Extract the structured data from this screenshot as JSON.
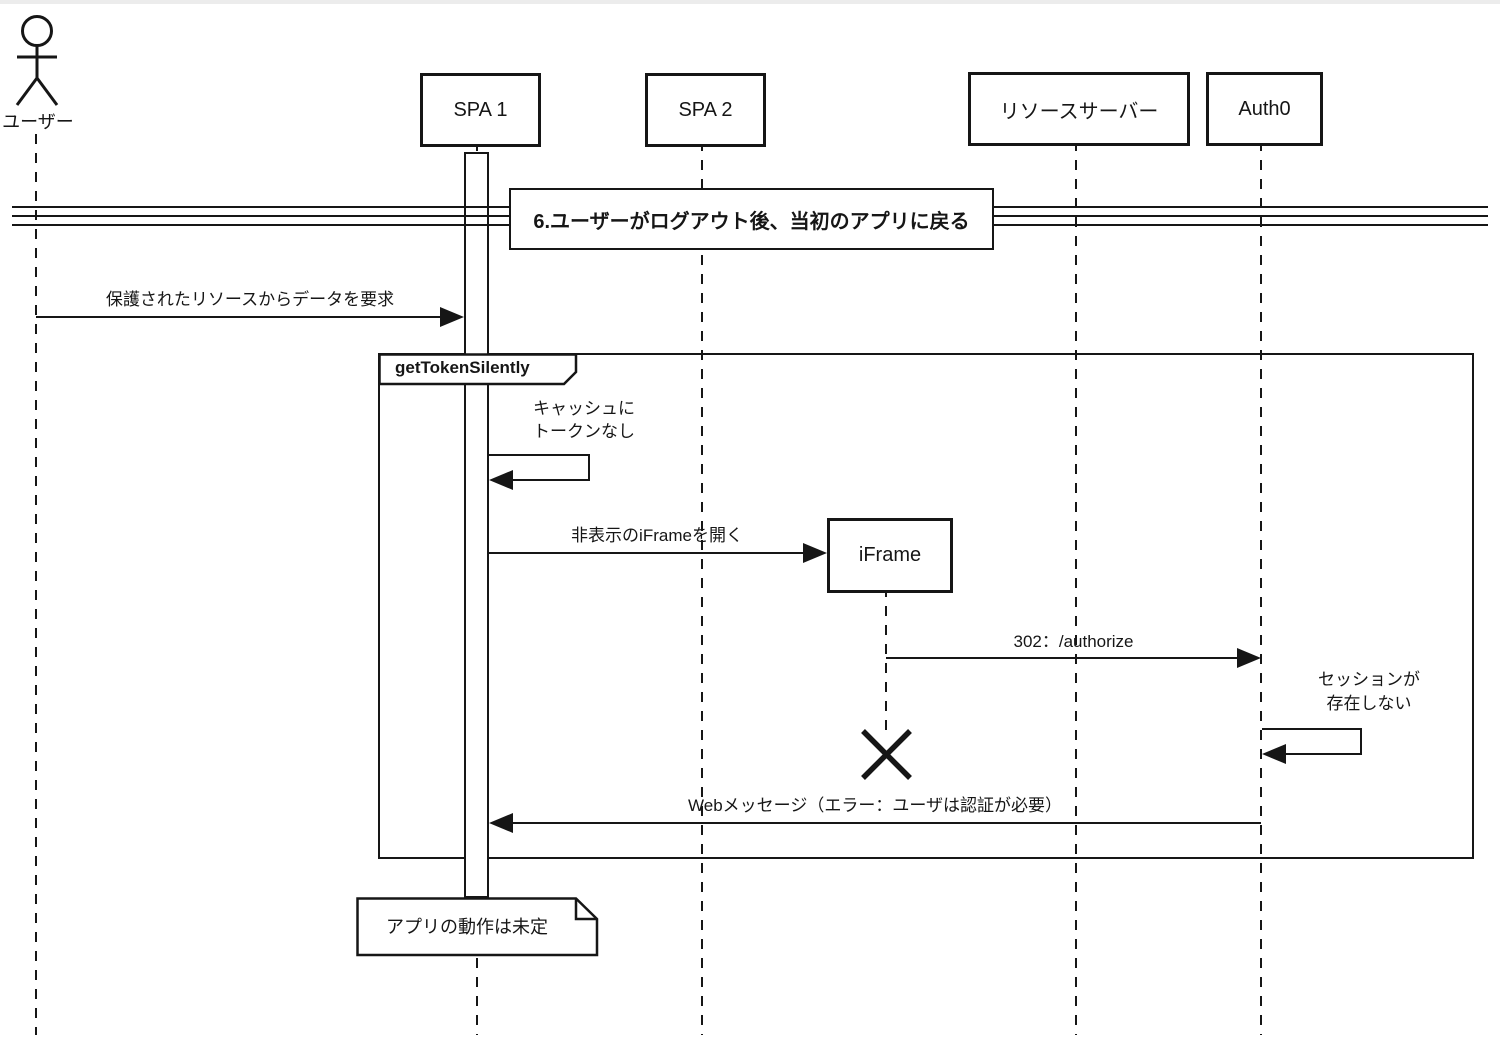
{
  "participants": {
    "user": "ユーザー",
    "spa1": "SPA 1",
    "spa2": "SPA 2",
    "resource_server": "リソースサーバー",
    "auth0": "Auth0",
    "iframe": "iFrame"
  },
  "divider": {
    "label": "6.ユーザーがログアウト後、当初のアプリに戻る"
  },
  "frame": {
    "label": "getTokenSilently"
  },
  "messages": {
    "request_data": "保護されたリソースからデータを要求",
    "no_token_line1": "キャッシュに",
    "no_token_line2": "トークンなし",
    "open_iframe": "非表示のiFrameを開く",
    "authorize": "302：/authorize",
    "no_session_line1": "セッションが",
    "no_session_line2": "存在しない",
    "web_message": "Webメッセージ（エラー：ユーザは認証が必要）"
  },
  "note": {
    "label": "アプリの動作は未定"
  },
  "colors": {
    "line": "#161616",
    "background": "#ffffff"
  }
}
